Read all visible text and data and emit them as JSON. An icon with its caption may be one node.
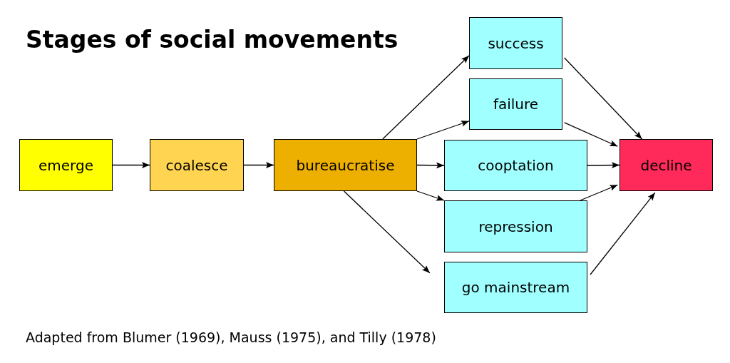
{
  "diagram": {
    "title": "Stages of social movements",
    "caption": "Adapted from Blumer (1969), Mauss (1975), and Tilly (1978)",
    "nodes": [
      {
        "text": [
          "emerge"
        ]
      },
      {
        "text": [
          "coalesce"
        ]
      },
      {
        "text": [
          "bureaucratise"
        ]
      },
      {
        "text": [
          "success"
        ]
      },
      {
        "text": [
          "failure"
        ]
      },
      {
        "text": [
          "cooptation"
        ]
      },
      {
        "text": [
          "repression"
        ]
      },
      {
        "text": [
          "go mainstream"
        ]
      },
      {
        "text": [
          "decline"
        ]
      }
    ],
    "edges": [
      {
        "from": 0,
        "to": 1,
        "arrow": "to"
      },
      {
        "from": 1,
        "to": 2,
        "arrow": "to"
      },
      {
        "from": 2,
        "to": 3,
        "arrow": "to"
      },
      {
        "from": 2,
        "to": 4,
        "arrow": "to"
      },
      {
        "from": 2,
        "to": 5,
        "arrow": "to"
      },
      {
        "from": 2,
        "to": 6,
        "arrow": "to"
      },
      {
        "from": 2,
        "to": 7,
        "arrow": "to"
      },
      {
        "from": 3,
        "to": 8,
        "arrow": "to"
      },
      {
        "from": 4,
        "to": 8,
        "arrow": "to"
      },
      {
        "from": 5,
        "to": 8,
        "arrow": "to"
      },
      {
        "from": 6,
        "to": 8,
        "arrow": "to"
      },
      {
        "from": 7,
        "to": 8,
        "arrow": "to"
      }
    ]
  }
}
